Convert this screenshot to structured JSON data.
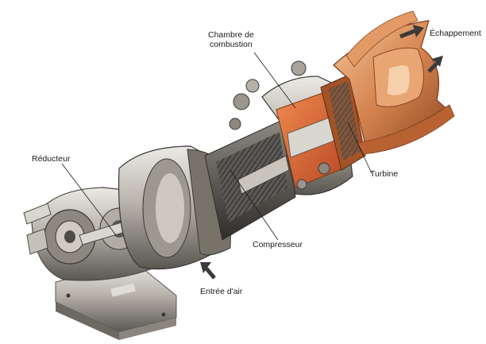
{
  "labels": {
    "chambre": "Chambre de\ncombustion",
    "echappement": "Échappement",
    "reducteur": "Réducteur",
    "turbine": "Turbine",
    "compresseur": "Compresseur",
    "entree_air": "Entrée d'air"
  },
  "colors": {
    "casing_light": "#d4d1ca",
    "casing_mid": "#a8a49c",
    "casing_dark": "#4e4b47",
    "combustion": "#d4683a",
    "exhaust": "#d08a58",
    "arrow": "#3a3a3a"
  }
}
